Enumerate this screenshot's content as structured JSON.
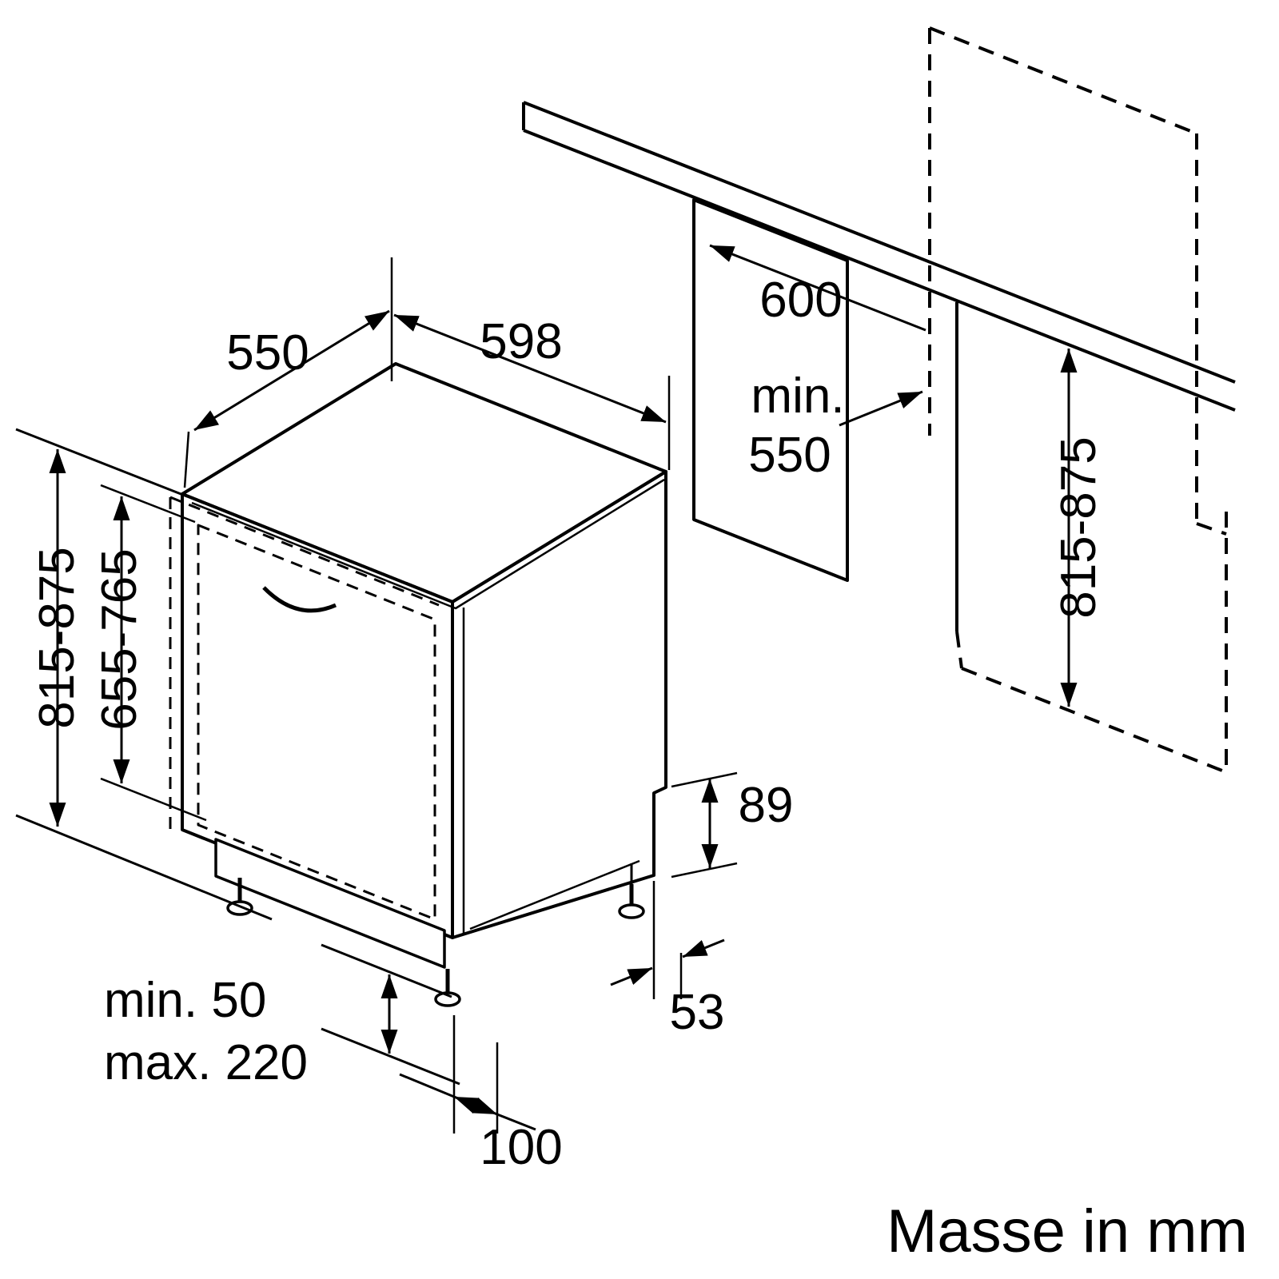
{
  "canvas": {
    "background": "#ffffff",
    "line_color": "#000000"
  },
  "caption": "Masse in mm",
  "dimensions": {
    "depth_top": "550",
    "width_front": "598",
    "height_overall_left": "815-875",
    "door_panel_height": "655-765",
    "plinth_min": "min. 50",
    "plinth_max": "max. 220",
    "front_foot_offset": "100",
    "rear_recess_height": "89",
    "rear_foot_offset": "53",
    "niche_depth": "600",
    "niche_min_word": "min.",
    "niche_min_depth": "550",
    "niche_height_right": "815-875"
  }
}
